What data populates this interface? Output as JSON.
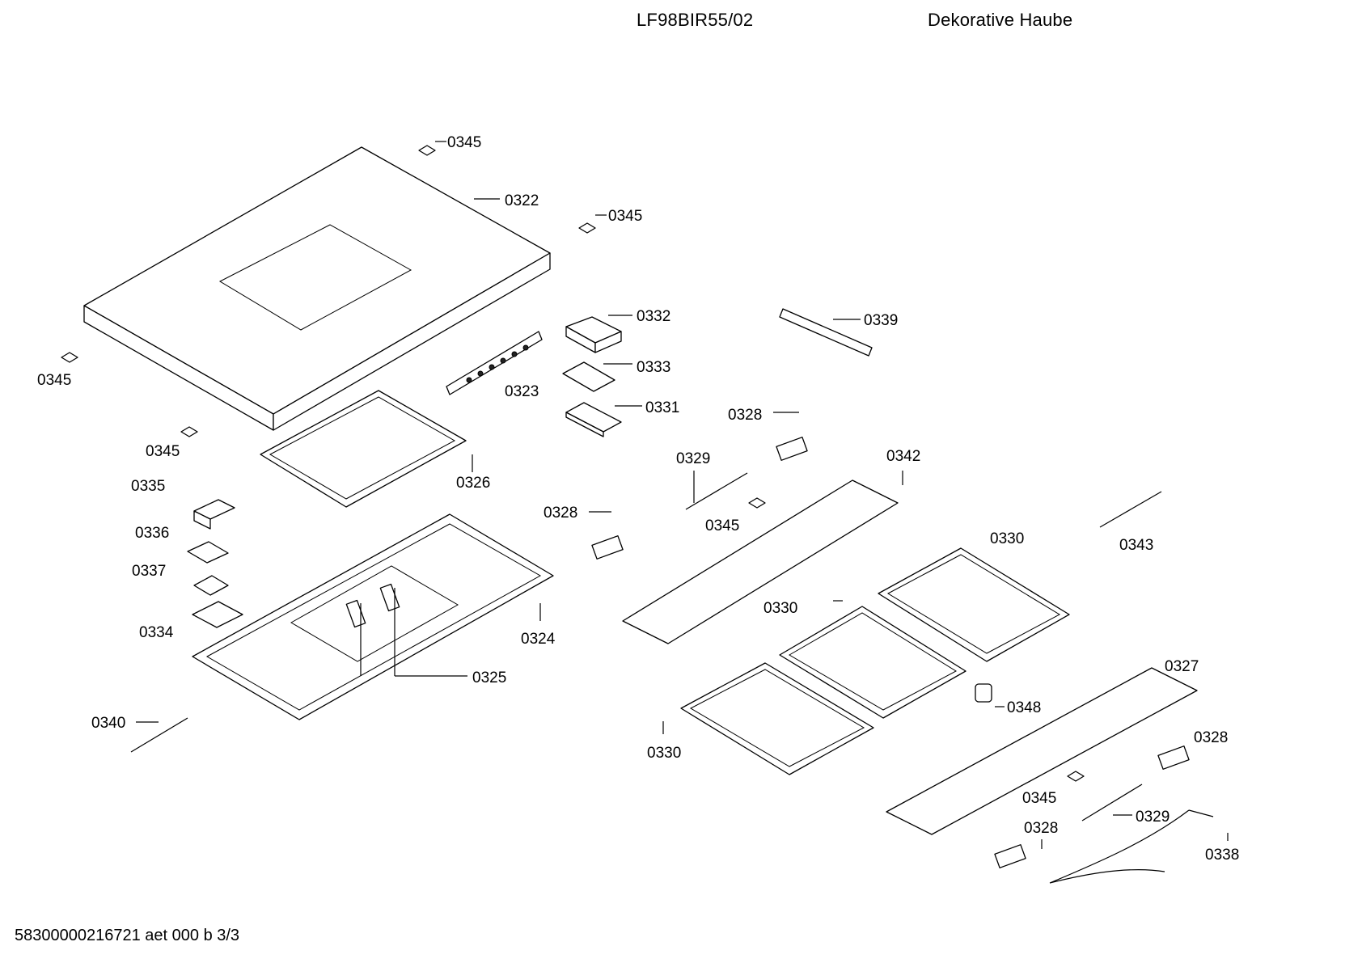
{
  "header": {
    "model": "LF98BIR55/02",
    "description": "Dekorative Haube"
  },
  "footer": {
    "doc_id": "58300000216721 aet 000 b 3/3"
  },
  "labels": [
    "0345",
    "0322",
    "0345",
    "0345",
    "0332",
    "0339",
    "0333",
    "0323",
    "0331",
    "0345",
    "0328",
    "0326",
    "0329",
    "0342",
    "0335",
    "0328",
    "0345",
    "0336",
    "0330",
    "0343",
    "0337",
    "0330",
    "0334",
    "0324",
    "0327",
    "0325",
    "0348",
    "0340",
    "0328",
    "0330",
    "0345",
    "0329",
    "0328",
    "0338"
  ]
}
